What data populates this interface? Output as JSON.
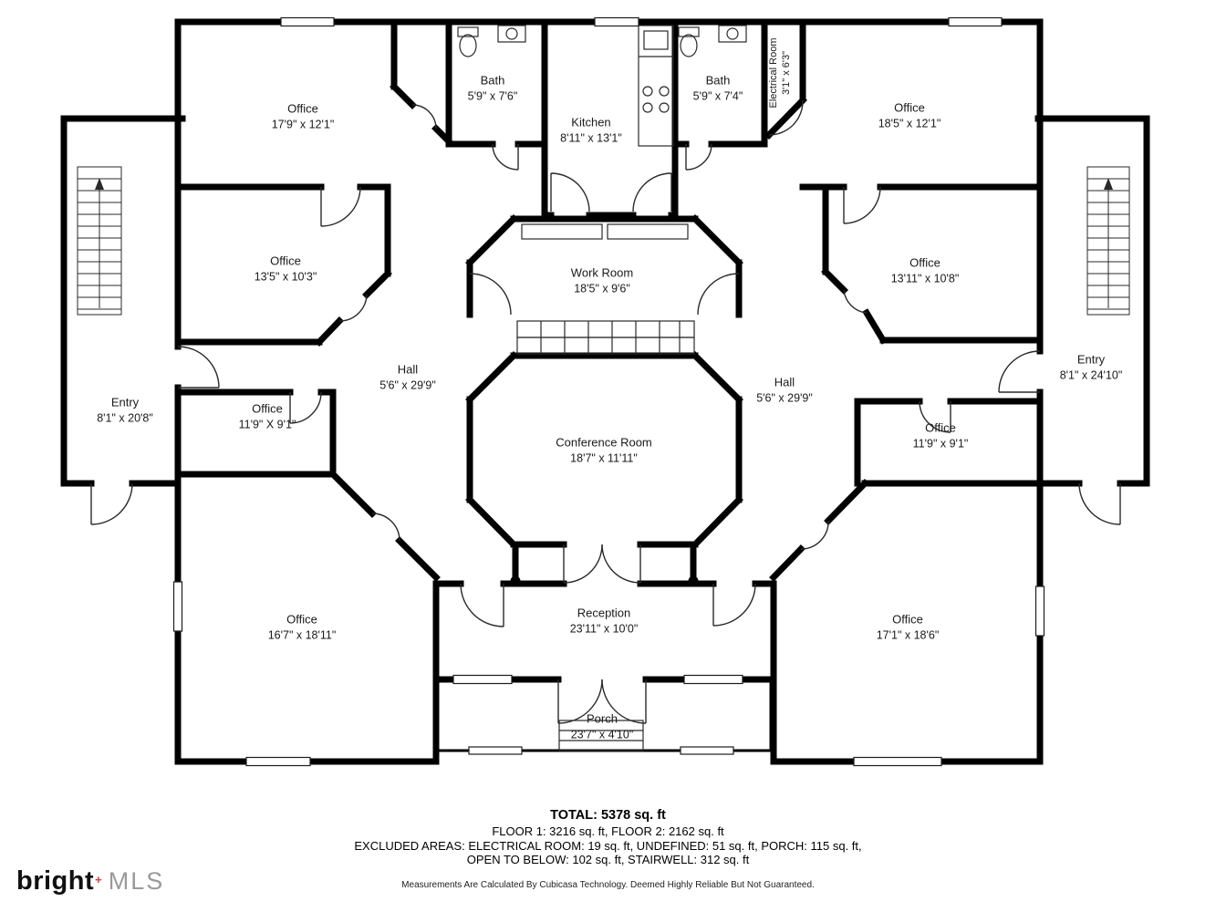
{
  "rooms": [
    {
      "name": "Office",
      "dims": "17'9\" x 12'1\""
    },
    {
      "name": "Bath",
      "dims": "5'9\" x 7'6\""
    },
    {
      "name": "Kitchen",
      "dims": "8'11\" x 13'1\""
    },
    {
      "name": "Bath",
      "dims": "5'9\" x 7'4\""
    },
    {
      "name": "Electrical Room",
      "dims": "3'1\" x 6'3\""
    },
    {
      "name": "Office",
      "dims": "18'5\" x 12'1\""
    },
    {
      "name": "Office",
      "dims": "13'5\" x 10'3\""
    },
    {
      "name": "Work Room",
      "dims": "18'5\" x 9'6\""
    },
    {
      "name": "Office",
      "dims": "13'11\" x 10'8\""
    },
    {
      "name": "Entry",
      "dims": "8'1\" x 20'8\""
    },
    {
      "name": "Office",
      "dims": "11'9\" X 9'1\""
    },
    {
      "name": "Hall",
      "dims": "5'6\" x 29'9\""
    },
    {
      "name": "Hall",
      "dims": "5'6\" x 29'9\""
    },
    {
      "name": "Office",
      "dims": "11'9\" x 9'1\""
    },
    {
      "name": "Entry",
      "dims": "8'1\" x 24'10\""
    },
    {
      "name": "Conference Room",
      "dims": "18'7\" x 11'11\""
    },
    {
      "name": "Office",
      "dims": "16'7\" x 18'11\""
    },
    {
      "name": "Reception",
      "dims": "23'11\" x 10'0\""
    },
    {
      "name": "Office",
      "dims": "17'1\" x 18'6\""
    },
    {
      "name": "Porch",
      "dims": "23'7\" x 4'10\""
    }
  ],
  "footer": {
    "total": "TOTAL: 5378 sq. ft",
    "line2": "FLOOR 1: 3216 sq. ft, FLOOR 2: 2162 sq. ft",
    "line3": "EXCLUDED AREAS: ELECTRICAL ROOM: 19 sq. ft, UNDEFINED: 51 sq. ft, PORCH: 115 sq. ft,",
    "line4": "OPEN TO BELOW: 102 sq. ft, STAIRWELL: 312 sq. ft",
    "disclaimer": "Measurements Are Calculated By Cubicasa Technology. Deemed Highly Reliable But Not Guaranteed."
  },
  "logo": {
    "brand": "bright",
    "mark": "+",
    "suffix": "MLS"
  },
  "colors": {
    "wall": "#000000",
    "thin": "#2a2a2a",
    "accent": "#e03a3e"
  }
}
